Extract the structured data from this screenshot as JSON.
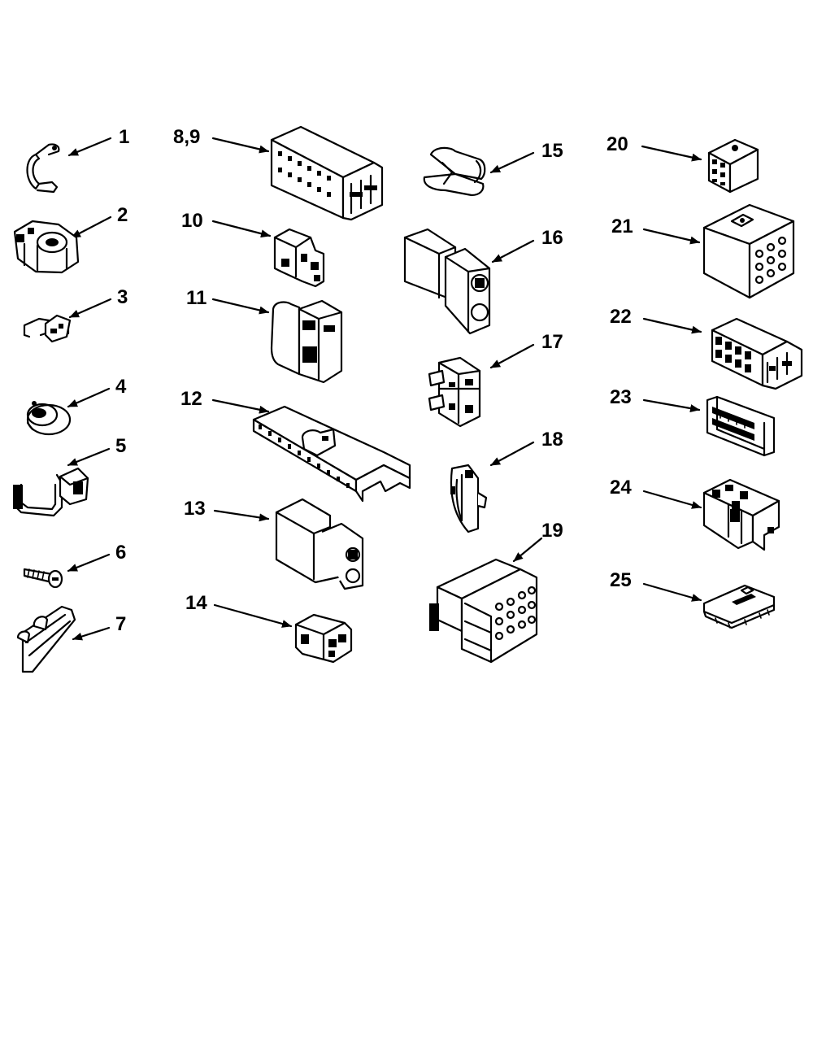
{
  "diagram": {
    "callouts": [
      {
        "id": "1",
        "text": "1"
      },
      {
        "id": "2",
        "text": "2"
      },
      {
        "id": "3",
        "text": "3"
      },
      {
        "id": "4",
        "text": "4"
      },
      {
        "id": "5",
        "text": "5"
      },
      {
        "id": "6",
        "text": "6"
      },
      {
        "id": "7",
        "text": "7"
      },
      {
        "id": "8_9",
        "text": "8,9"
      },
      {
        "id": "10",
        "text": "10"
      },
      {
        "id": "11",
        "text": "11"
      },
      {
        "id": "12",
        "text": "12"
      },
      {
        "id": "13",
        "text": "13"
      },
      {
        "id": "14",
        "text": "14"
      },
      {
        "id": "15",
        "text": "15"
      },
      {
        "id": "16",
        "text": "16"
      },
      {
        "id": "17",
        "text": "17"
      },
      {
        "id": "18",
        "text": "18"
      },
      {
        "id": "19",
        "text": "19"
      },
      {
        "id": "20",
        "text": "20"
      },
      {
        "id": "21",
        "text": "21"
      },
      {
        "id": "22",
        "text": "22"
      },
      {
        "id": "23",
        "text": "23"
      },
      {
        "id": "24",
        "text": "24"
      },
      {
        "id": "25",
        "text": "25"
      }
    ]
  }
}
